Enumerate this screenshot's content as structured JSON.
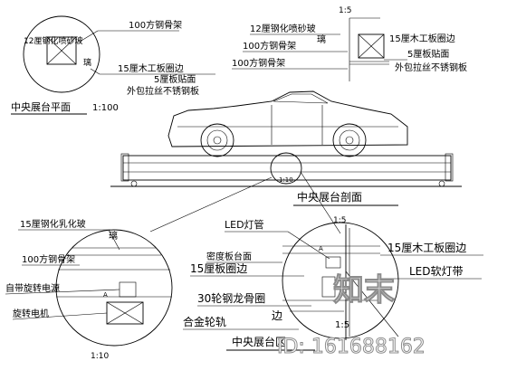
{
  "plan": {
    "title": "中央展台平面",
    "scale": "1:100",
    "circle_label_a": "12厘钢化喷砂玻",
    "circle_label_b": "璃",
    "frame": "100方钢骨架",
    "wood_trim": "15厘木工板圈边",
    "plate": "5厘板贴面",
    "cladding": "外包拉丝不锈钢板"
  },
  "detail_top": {
    "scale": "1:5",
    "glass_a": "12厘钢化喷砂玻",
    "glass_b": "璃",
    "frame_1": "100方钢骨架",
    "frame_2": "100方钢骨架",
    "wood_trim": "15厘木工板圈边",
    "plate": "5厘板贴面",
    "cladding": "外包拉丝不锈钢板"
  },
  "section": {
    "title": "中央展台剖面",
    "marker": "1:10"
  },
  "detail_left": {
    "glass_a": "15厘钢化乳化玻",
    "glass_b": "璃",
    "frame": "100方钢骨架",
    "power": "自带旋转电源",
    "motor": "旋转电机",
    "scale": "1:10"
  },
  "detail_right": {
    "scale": "1:5",
    "led": "LED灯管",
    "mdf": "密度板台面",
    "plate_trim": "15厘板圈边",
    "wood_trim": "15厘木工板圈边",
    "led_strip": "LED软灯带",
    "steel_wheel_a": "30轮钢龙骨圈",
    "steel_wheel_b": "边",
    "alloy_track": "合金轮轨"
  },
  "bottom_title": "中央展台区",
  "watermark": {
    "brand": "知末",
    "id": "ID: 161688162"
  }
}
